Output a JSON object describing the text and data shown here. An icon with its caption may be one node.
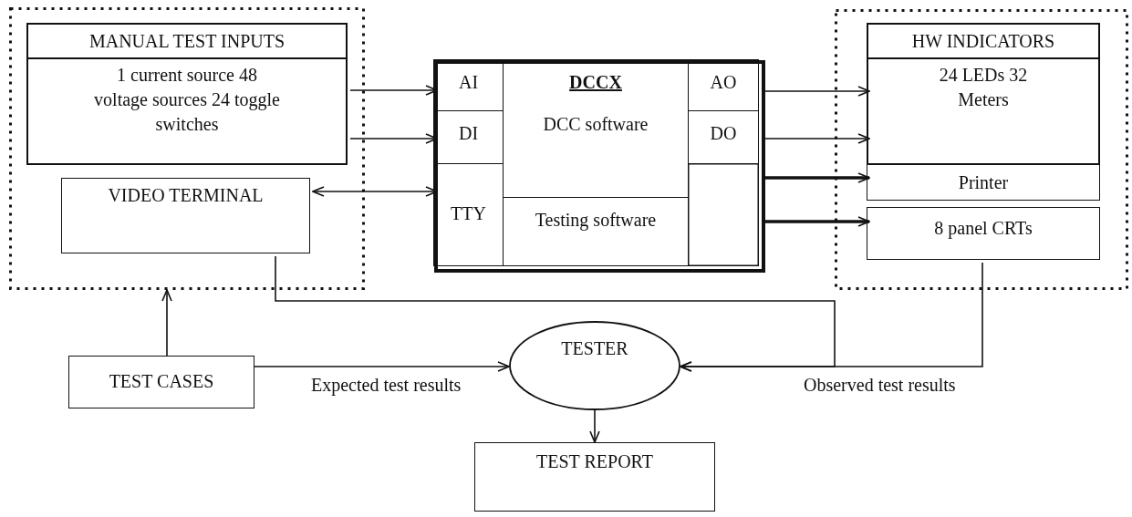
{
  "diagram": {
    "nodes": [
      {
        "text": [],
        "shape": "box"
      },
      {
        "text": [
          "MANUAL TEST INPUTS",
          "1 current source 48 voltage sources 24 toggle switches"
        ],
        "in": 0
      },
      {
        "text": [
          "VIDEO TERMINAL"
        ],
        "in": 0
      },
      {
        "text": [],
        "shape": "box"
      },
      {
        "text": [
          "AI"
        ],
        "in": 3
      },
      {
        "text": [
          "DI"
        ],
        "in": 3
      },
      {
        "text": [
          "TTY"
        ],
        "in": 3
      },
      {
        "text": [
          "DCCX",
          "DCC software"
        ],
        "in": 3
      },
      {
        "text": [
          "Testing software"
        ],
        "in": 3
      },
      {
        "text": [
          "AO"
        ],
        "in": 3
      },
      {
        "text": [
          "DO"
        ],
        "in": 3
      },
      {
        "text": [],
        "shape": "box",
        "in": 3
      },
      {
        "text": [],
        "shape": "box"
      },
      {
        "text": [
          "HW INDICATORS",
          "24 LEDs 32 Meters"
        ],
        "in": 12
      },
      {
        "text": [
          "Printer"
        ],
        "in": 12
      },
      {
        "text": [
          "8 panel CRTs"
        ],
        "in": 12
      },
      {
        "text": [
          "TEST CASES"
        ]
      },
      {
        "text": [
          "TESTER"
        ]
      },
      {
        "text": [
          "TEST REPORT"
        ]
      }
    ],
    "edges": [
      {
        "from": 1,
        "to": 4,
        "arrow": "to"
      },
      {
        "from": 1,
        "to": 5,
        "arrow": "to"
      },
      {
        "from": 2,
        "to": 6,
        "arrow": "both"
      },
      {
        "from": 9,
        "to": 13,
        "arrow": "to"
      },
      {
        "from": 10,
        "to": 13,
        "arrow": "to"
      },
      {
        "from": 11,
        "to": 14,
        "arrow": "to",
        "style": "thick"
      },
      {
        "from": 11,
        "to": 15,
        "arrow": "to",
        "style": "thick"
      },
      {
        "from": 16,
        "to": 0,
        "arrow": "to"
      },
      {
        "from": 16,
        "to": 17,
        "arrow": "to",
        "label": "Expected test results"
      },
      {
        "from": 2,
        "to": 17,
        "arrow": "to"
      },
      {
        "from": 15,
        "to": 17,
        "arrow": "to",
        "label": "Observed test results"
      },
      {
        "from": 17,
        "to": 18,
        "arrow": "to"
      }
    ]
  }
}
